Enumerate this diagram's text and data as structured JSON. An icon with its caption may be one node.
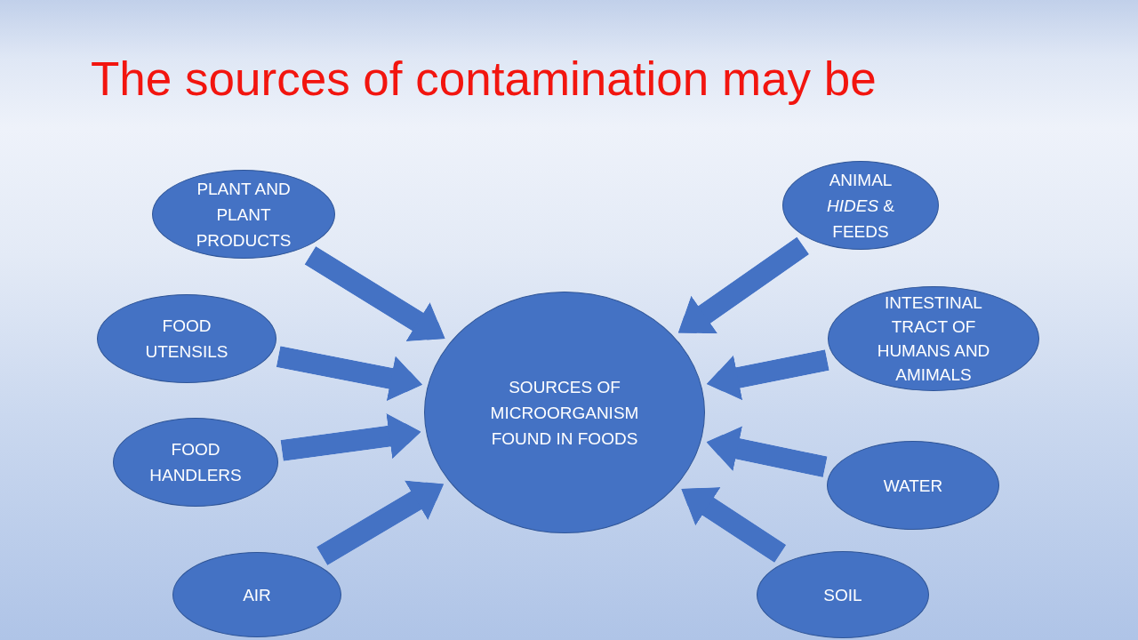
{
  "diagram": {
    "title": "The sources of contamination may be",
    "nodes": [
      {
        "text": [
          "PLANT AND PLANT PRODUCTS"
        ]
      },
      {
        "text": [
          "ANIMAL *HIDES* & FEEDS"
        ]
      },
      {
        "text": [
          "FOOD UTENSILS"
        ]
      },
      {
        "text": [
          "INTESTINAL TRACT OF HUMANS AND AMIMALS"
        ]
      },
      {
        "text": [
          "SOURCES OF MICROORGANISM FOUND IN FOODS"
        ]
      },
      {
        "text": [
          "FOOD HANDLERS"
        ]
      },
      {
        "text": [
          "WATER"
        ]
      },
      {
        "text": [
          "AIR"
        ]
      },
      {
        "text": [
          "SOIL"
        ]
      }
    ],
    "edges": [
      {
        "from": 0,
        "to": 4,
        "arrow": "to"
      },
      {
        "from": 1,
        "to": 4,
        "arrow": "to"
      },
      {
        "from": 2,
        "to": 4,
        "arrow": "to"
      },
      {
        "from": 3,
        "to": 4,
        "arrow": "to"
      },
      {
        "from": 5,
        "to": 4,
        "arrow": "to"
      },
      {
        "from": 6,
        "to": 4,
        "arrow": "to"
      },
      {
        "from": 7,
        "to": 4,
        "arrow": "to"
      },
      {
        "from": 8,
        "to": 4,
        "arrow": "to"
      }
    ]
  }
}
